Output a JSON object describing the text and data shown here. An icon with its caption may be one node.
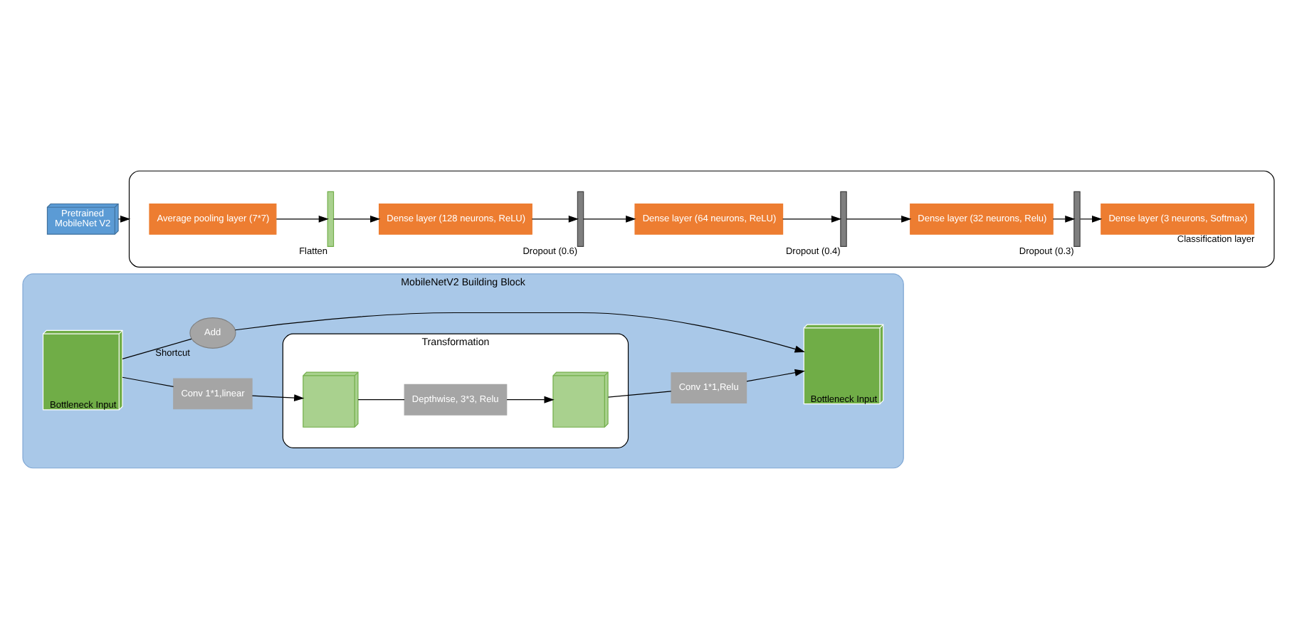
{
  "diagram": {
    "nodes": [
      {
        "text": [
          "MobileNetV2 Building Block"
        ]
      },
      {
        "text": [
          "Bottleneck Input"
        ],
        "in": 0
      },
      {
        "text": [
          "Conv 1*1,linear"
        ],
        "in": 0
      },
      {
        "text": [
          "Transformation"
        ],
        "in": 0
      },
      {
        "text": [],
        "shape": "box",
        "in": 3
      },
      {
        "text": [
          "Depthwise, 3*3, Relu"
        ],
        "in": 3
      },
      {
        "text": [],
        "shape": "box",
        "in": 3
      },
      {
        "text": [
          "Conv 1*1,Relu"
        ],
        "in": 0
      },
      {
        "text": [
          "Bottleneck Input"
        ],
        "in": 0
      },
      {
        "text": [
          "Add"
        ],
        "beside": [
          "Shortcut"
        ],
        "in": 0
      },
      {
        "text": [
          "Pretrained",
          "MobileNet V2"
        ]
      },
      {
        "text": [],
        "shape": "box"
      },
      {
        "text": [
          "Average pooling layer (7*7)"
        ],
        "in": 11
      },
      {
        "text": [],
        "shape": "bar",
        "beside": [
          "Flatten"
        ],
        "in": 11
      },
      {
        "text": [
          "Dense layer (128 neurons, ReLU)"
        ],
        "in": 11
      },
      {
        "text": [],
        "shape": "bar",
        "beside": [
          "Dropout (0.6)"
        ],
        "in": 11
      },
      {
        "text": [
          "Dense layer (64 neurons, ReLU)"
        ],
        "in": 11
      },
      {
        "text": [],
        "shape": "bar",
        "beside": [
          "Dropout (0.4)"
        ],
        "in": 11
      },
      {
        "text": [
          "Dense layer (32 neurons, Relu)"
        ],
        "in": 11
      },
      {
        "text": [],
        "shape": "bar",
        "beside": [
          "Dropout (0.3)"
        ],
        "in": 11
      },
      {
        "text": [
          "Dense layer (3 neurons, Softmax)"
        ],
        "beside": [
          "Classification layer"
        ],
        "in": 11
      }
    ],
    "edges": [
      {
        "from": 1,
        "to": 2,
        "arrow": "none"
      },
      {
        "from": 2,
        "to": 4,
        "arrow": "to"
      },
      {
        "from": 4,
        "to": 5,
        "arrow": "none"
      },
      {
        "from": 5,
        "to": 6,
        "arrow": "to"
      },
      {
        "from": 6,
        "to": 7,
        "arrow": "none"
      },
      {
        "from": 7,
        "to": 8,
        "arrow": "to"
      },
      {
        "from": 1,
        "to": 9,
        "arrow": "none"
      },
      {
        "from": 9,
        "to": 8,
        "arrow": "to"
      },
      {
        "from": 10,
        "to": 11,
        "arrow": "to"
      },
      {
        "from": 12,
        "to": 13,
        "arrow": "to"
      },
      {
        "from": 13,
        "to": 14,
        "arrow": "to"
      },
      {
        "from": 14,
        "to": 15,
        "arrow": "to"
      },
      {
        "from": 15,
        "to": 16,
        "arrow": "to"
      },
      {
        "from": 16,
        "to": 17,
        "arrow": "to"
      },
      {
        "from": 17,
        "to": 18,
        "arrow": "to"
      },
      {
        "from": 18,
        "to": 19,
        "arrow": "to"
      },
      {
        "from": 19,
        "to": 20,
        "arrow": "to"
      }
    ]
  }
}
